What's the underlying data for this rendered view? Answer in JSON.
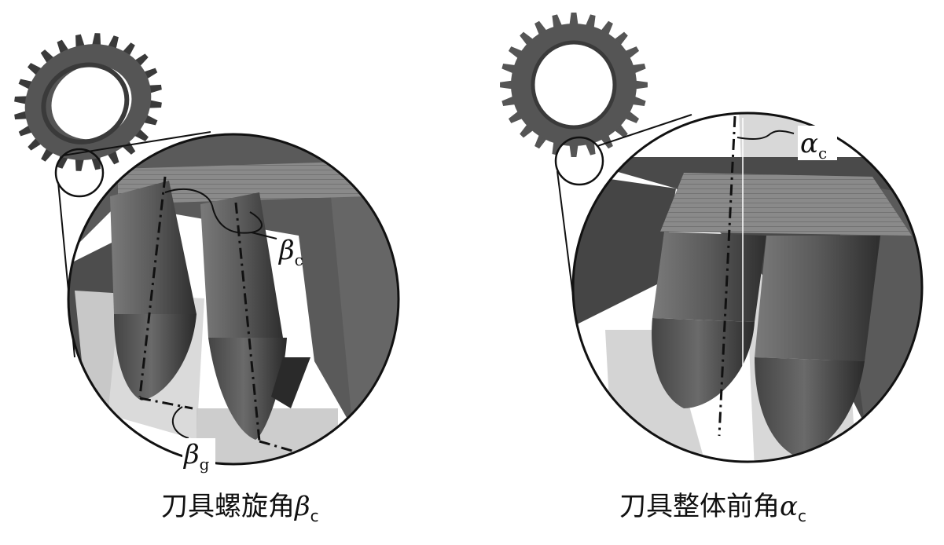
{
  "panels": [
    {
      "caption_text": "刀具螺旋角",
      "caption_symbol": "β",
      "caption_sub": "c",
      "labels": [
        {
          "symbol": "β",
          "sub": "c"
        },
        {
          "symbol": "β",
          "sub": "g"
        }
      ]
    },
    {
      "caption_text": "刀具整体前角",
      "caption_symbol": "α",
      "caption_sub": "c",
      "labels": [
        {
          "symbol": "α",
          "sub": "c"
        }
      ]
    }
  ],
  "colors": {
    "gear": "#555555",
    "gear_dark": "#3a3a3a",
    "tooth_face": "#6e6e6e",
    "plane": "#cfcfcf",
    "background_mass": "#4a4a4a",
    "line": "#111111"
  }
}
